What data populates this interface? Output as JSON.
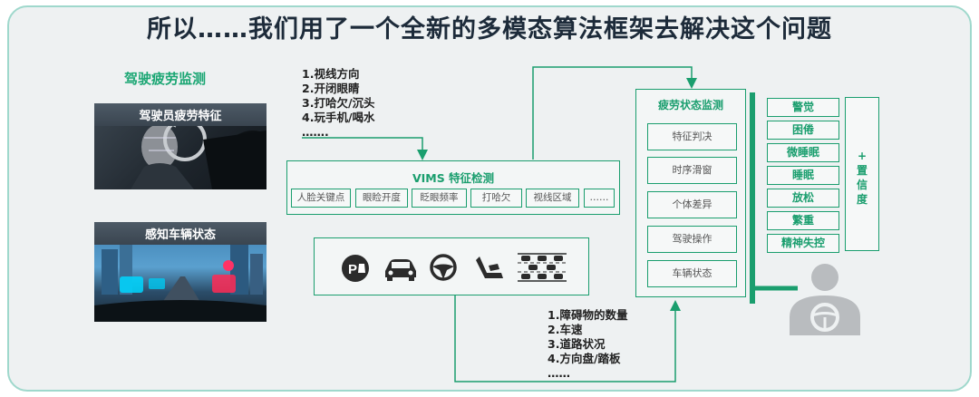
{
  "title": "所以……我们用了一个全新的多模态算法框架去解决这个问题",
  "left_section_title": "驾驶疲劳监测",
  "photo_driver_label": "驾驶员疲劳特征",
  "photo_vehicle_label": "感知车辆状态",
  "driver_features_list": [
    "1.视线方向",
    "2.开闭眼睛",
    "3.打哈欠/沉头",
    "4.玩手机/喝水",
    "……."
  ],
  "vims": {
    "title": "VIMS 特征检测",
    "features": [
      "人脸关键点",
      "眼睑开度",
      "眨眼频率",
      "打哈欠",
      "视线区域",
      "……"
    ]
  },
  "vehicle_icons": [
    "parking-assist-icon",
    "car-icon",
    "steering-wheel-icon",
    "seat-icon",
    "traffic-lanes-icon"
  ],
  "vehicle_features_list": [
    "1.障碍物的数量",
    "2.车速",
    "3.道路状况",
    "4.方向盘/踏板",
    "……"
  ],
  "fatigue_monitor": {
    "title": "疲劳状态监测",
    "items": [
      "特征判决",
      "时序滑窗",
      "个体差异",
      "驾驶操作",
      "车辆状态"
    ]
  },
  "states": [
    "警觉",
    "困倦",
    "微睡眠",
    "睡眠",
    "放松",
    "繁重",
    "精神失控"
  ],
  "confidence": {
    "plus": "+",
    "chars": [
      "置",
      "信",
      "度"
    ]
  },
  "colors": {
    "accent": "#1a9e6e",
    "title": "#1d2b3a",
    "background": "#eef1f2"
  }
}
